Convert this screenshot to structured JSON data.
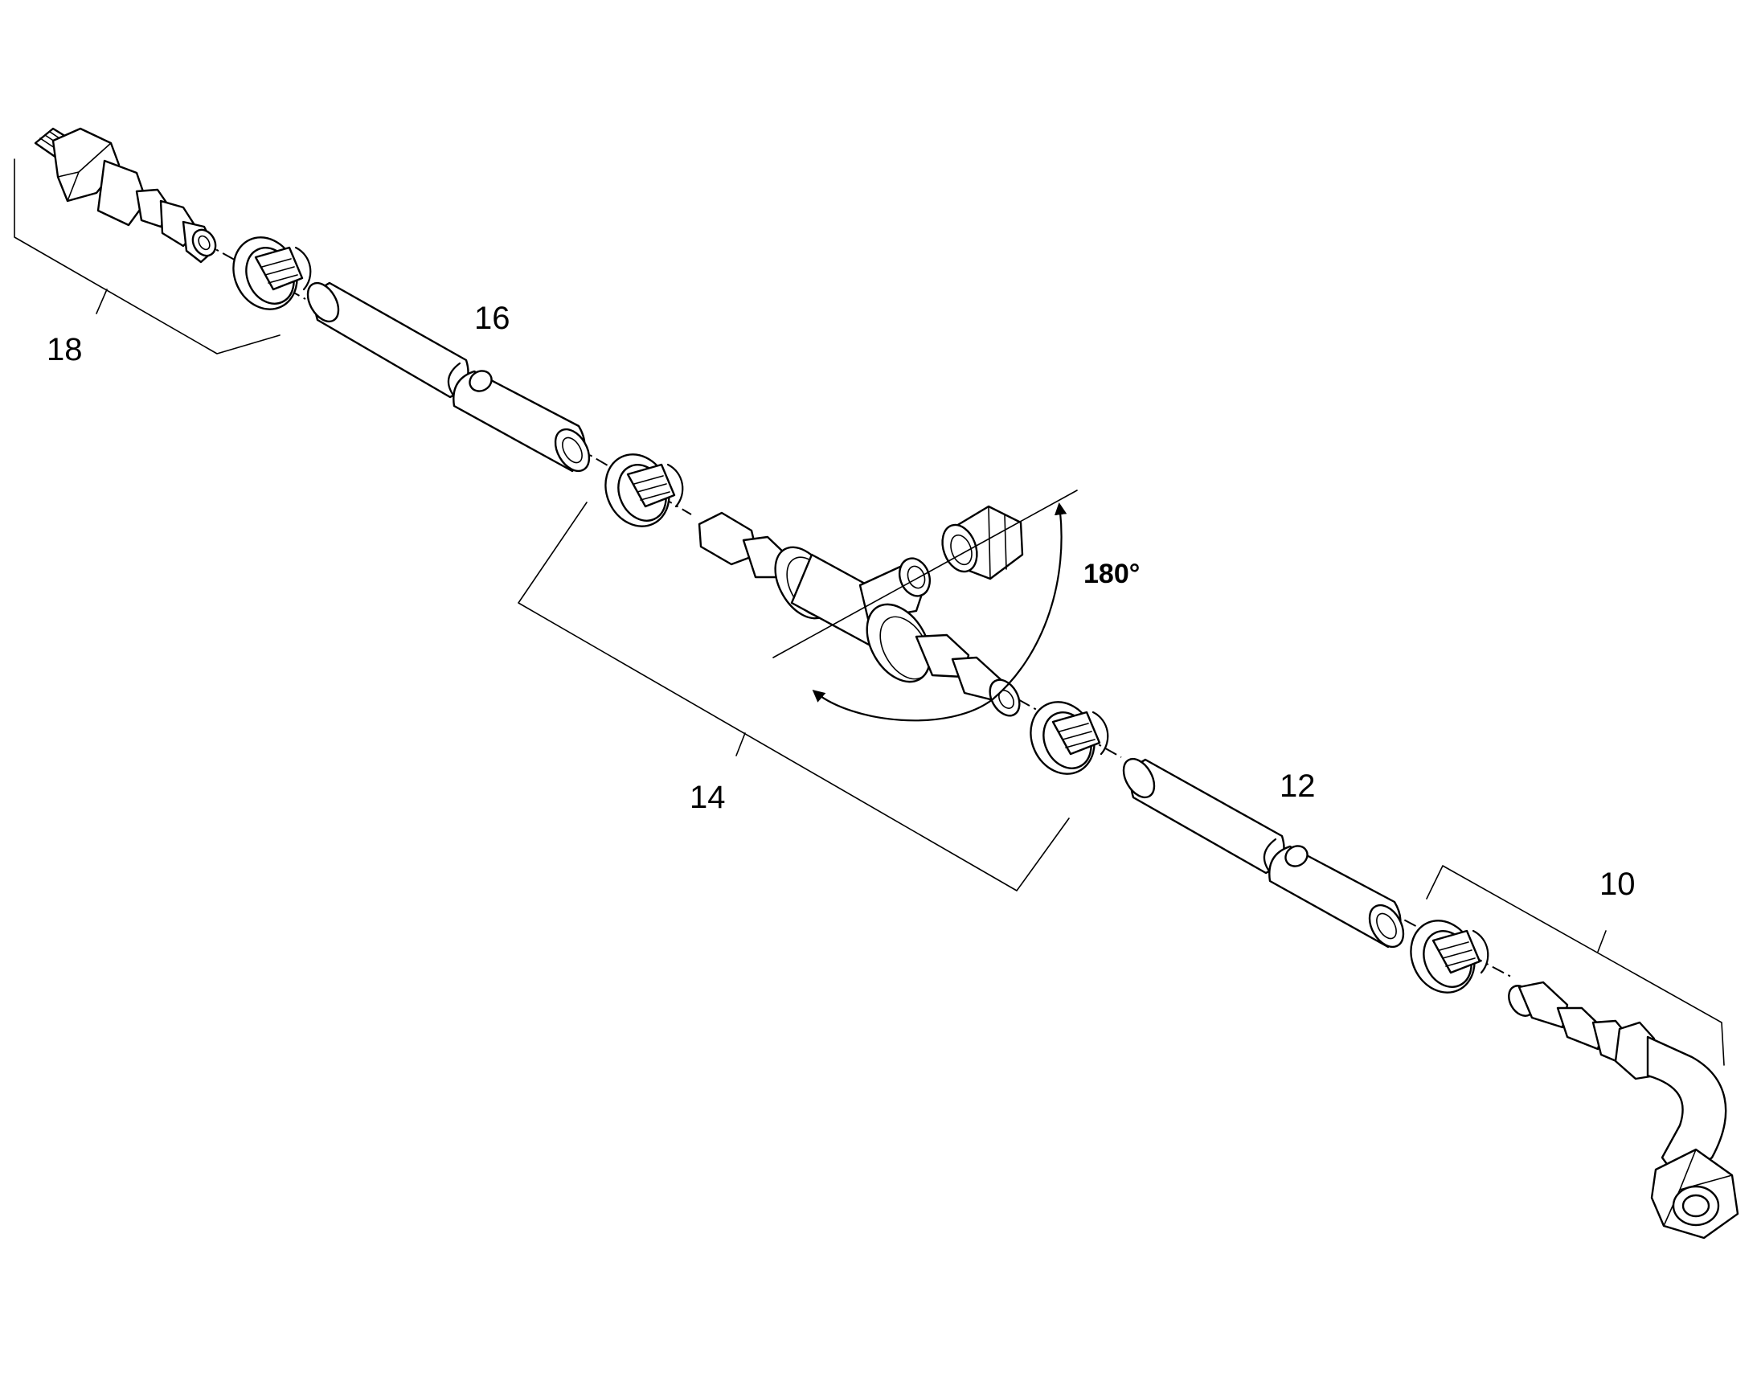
{
  "callouts": {
    "item_18": "18",
    "item_16": "16",
    "item_14": "14",
    "item_12": "12",
    "item_10": "10"
  },
  "rotation_label": "180°",
  "colors": {
    "ink": "#000000",
    "paper": "#ffffff"
  }
}
